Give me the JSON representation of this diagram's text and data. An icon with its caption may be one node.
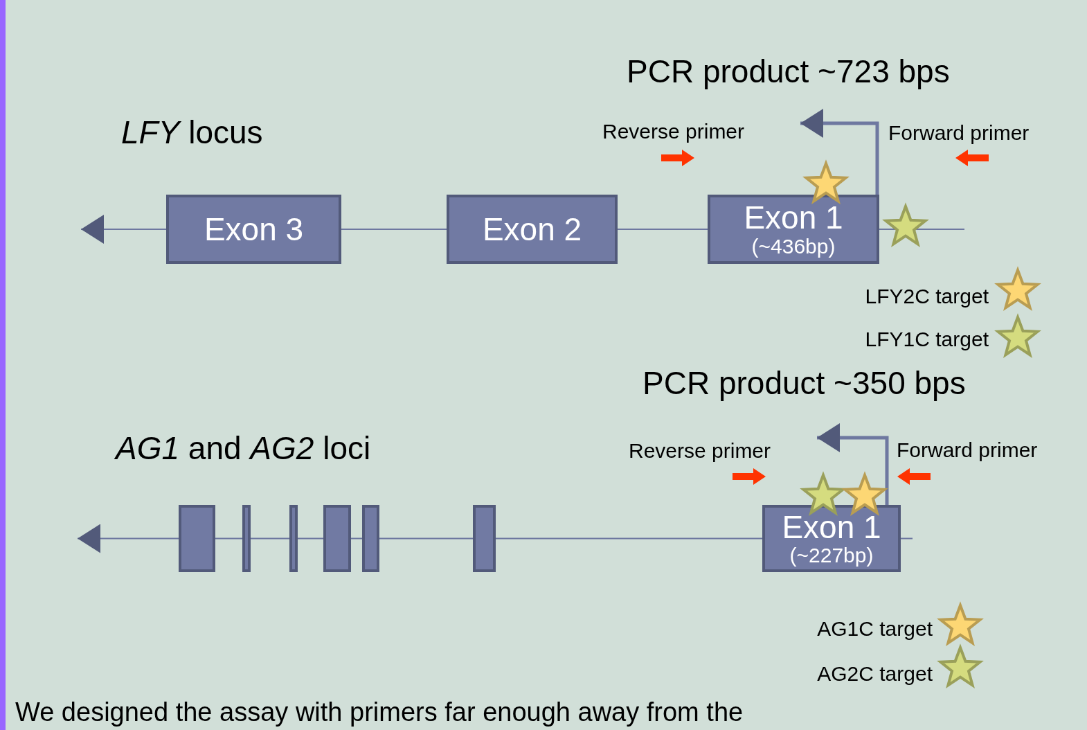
{
  "diagram": {
    "nodes": [
      {
        "text": [
          "Exon 3"
        ]
      },
      {
        "text": [
          "Exon 2"
        ]
      },
      {
        "text": [
          "Exon 1",
          "(~436bp)"
        ]
      },
      {
        "text": [],
        "shape": "box"
      },
      {
        "text": [],
        "shape": "box"
      },
      {
        "text": [],
        "shape": "box"
      },
      {
        "text": [],
        "shape": "box"
      },
      {
        "text": [],
        "shape": "box"
      },
      {
        "text": [],
        "shape": "box"
      },
      {
        "text": [
          "Exon 1",
          "(~227bp)"
        ]
      }
    ],
    "edges": [
      {
        "from": 2,
        "to": 1,
        "arrow": "none"
      },
      {
        "from": 1,
        "to": 0,
        "arrow": "none"
      },
      {
        "from": 0,
        "to": null,
        "arrow": "to"
      },
      {
        "from": 2,
        "to": null,
        "arrow": "none"
      },
      {
        "from": 2,
        "to": null,
        "arrow": "to",
        "style": "thick"
      },
      {
        "from": 9,
        "to": 8,
        "arrow": "none"
      },
      {
        "from": 8,
        "to": 7,
        "arrow": "none"
      },
      {
        "from": 7,
        "to": 6,
        "arrow": "none"
      },
      {
        "from": 6,
        "to": 5,
        "arrow": "none"
      },
      {
        "from": 5,
        "to": 4,
        "arrow": "none"
      },
      {
        "from": 4,
        "to": 3,
        "arrow": "none"
      },
      {
        "from": 3,
        "to": null,
        "arrow": "to"
      },
      {
        "from": 9,
        "to": null,
        "arrow": "none"
      },
      {
        "from": 9,
        "to": null,
        "arrow": "to",
        "style": "thick"
      }
    ],
    "labels": [
      "PCR product ~723 bps",
      "*LFY* locus",
      "Reverse primer",
      "Forward primer",
      "PCR product ~350 bps",
      "*AG1* and *AG2* loci",
      "Reverse primer",
      "Forward primer",
      "We designed the assay with primers far enough away from the"
    ],
    "legend": [
      {
        "text": "LFY2C target"
      },
      {
        "text": "LFY1C target"
      },
      {
        "text": "AG1C target"
      },
      {
        "text": "AG2C target"
      }
    ]
  }
}
